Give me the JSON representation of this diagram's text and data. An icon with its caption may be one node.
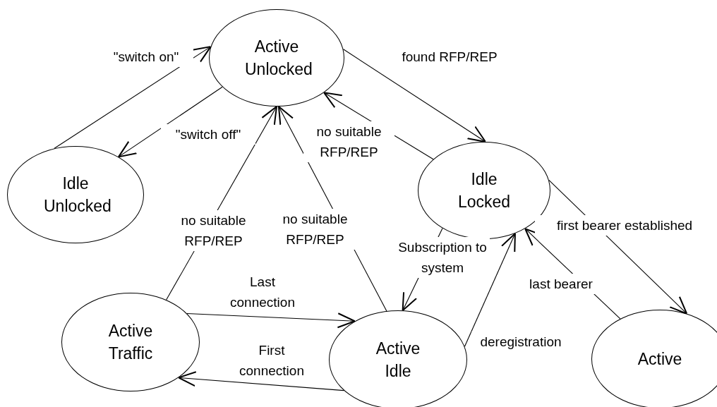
{
  "diagram": {
    "nodes": [
      {
        "text": [
          "Active Unlocked"
        ]
      },
      {
        "text": [
          "Idle Unlocked"
        ]
      },
      {
        "text": [
          "Idle Locked"
        ]
      },
      {
        "text": [
          "Active Traffic"
        ]
      },
      {
        "text": [
          "Active Idle"
        ]
      },
      {
        "text": [
          "Active"
        ]
      }
    ],
    "edges": [
      {
        "from": 1,
        "to": 0,
        "arrow": "to",
        "label": "\"switch on\""
      },
      {
        "from": 0,
        "to": 1,
        "arrow": "to",
        "label": "\"switch off\""
      },
      {
        "from": 0,
        "to": 2,
        "arrow": "to",
        "label": "found RFP/REP"
      },
      {
        "from": 2,
        "to": 0,
        "arrow": "to",
        "label": "no suitable RFP/REP"
      },
      {
        "from": 3,
        "to": 0,
        "arrow": "to",
        "label": "no suitable RFP/REP"
      },
      {
        "from": 4,
        "to": 0,
        "arrow": "to",
        "label": "no suitable RFP/REP"
      },
      {
        "from": 3,
        "to": 4,
        "arrow": "to",
        "label": "Last connection"
      },
      {
        "from": 4,
        "to": 3,
        "arrow": "to",
        "label": "First connection"
      },
      {
        "from": 2,
        "to": 4,
        "arrow": "to",
        "label": "Subscription to system"
      },
      {
        "from": 4,
        "to": 2,
        "arrow": "to",
        "label": "deregistration"
      },
      {
        "from": 5,
        "to": 2,
        "arrow": "to",
        "label": "last bearer"
      },
      {
        "from": 2,
        "to": 5,
        "arrow": "to",
        "label": "first bearer established"
      }
    ]
  }
}
